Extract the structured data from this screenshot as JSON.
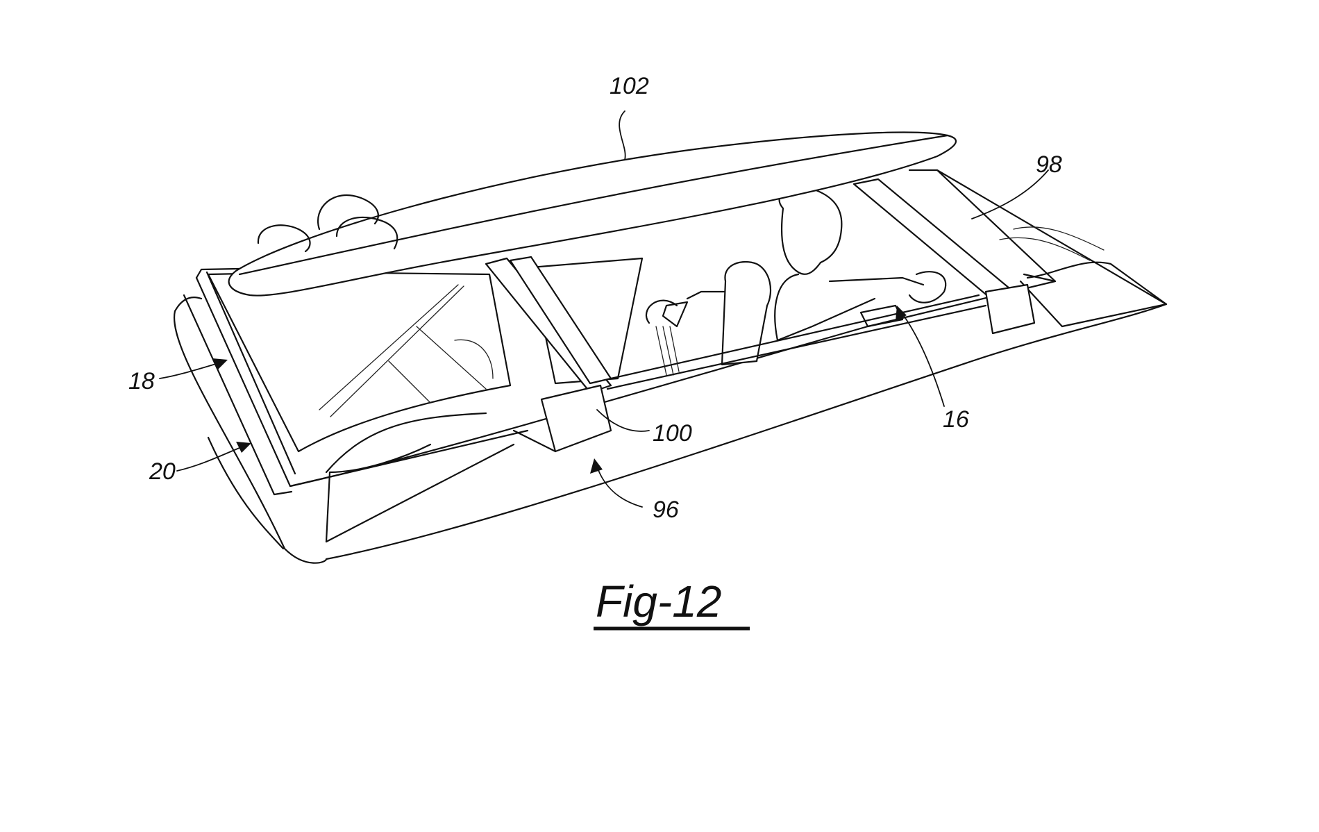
{
  "labels": {
    "surfboard": "102",
    "roof_panel": "98",
    "lower_frame": "18",
    "outer_frame": "20",
    "rack_bar": "100",
    "rack_mount": "96",
    "cabin": "16"
  },
  "figure_title": "Fig-12"
}
